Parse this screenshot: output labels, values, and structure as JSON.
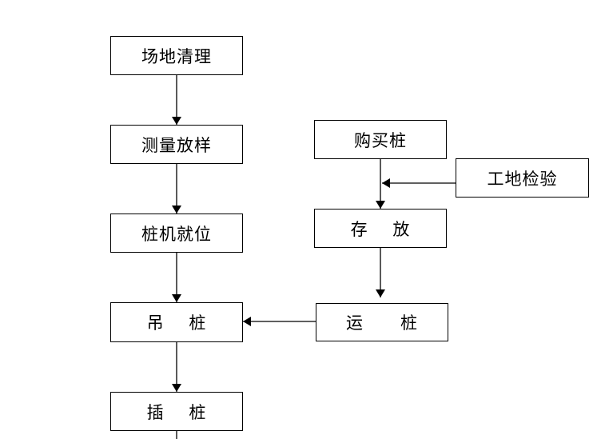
{
  "flowchart": {
    "main_steps": {
      "site_clearing": "场地清理",
      "survey_layout": "测量放样",
      "pile_driver_position": "桩机就位",
      "lift_pile": "吊    桩",
      "insert_pile": "插    桩"
    },
    "supply_steps": {
      "purchase_pile": "购买桩",
      "site_inspection": "工地检验",
      "storage": "存    放",
      "transport_pile": "运      桩"
    }
  }
}
